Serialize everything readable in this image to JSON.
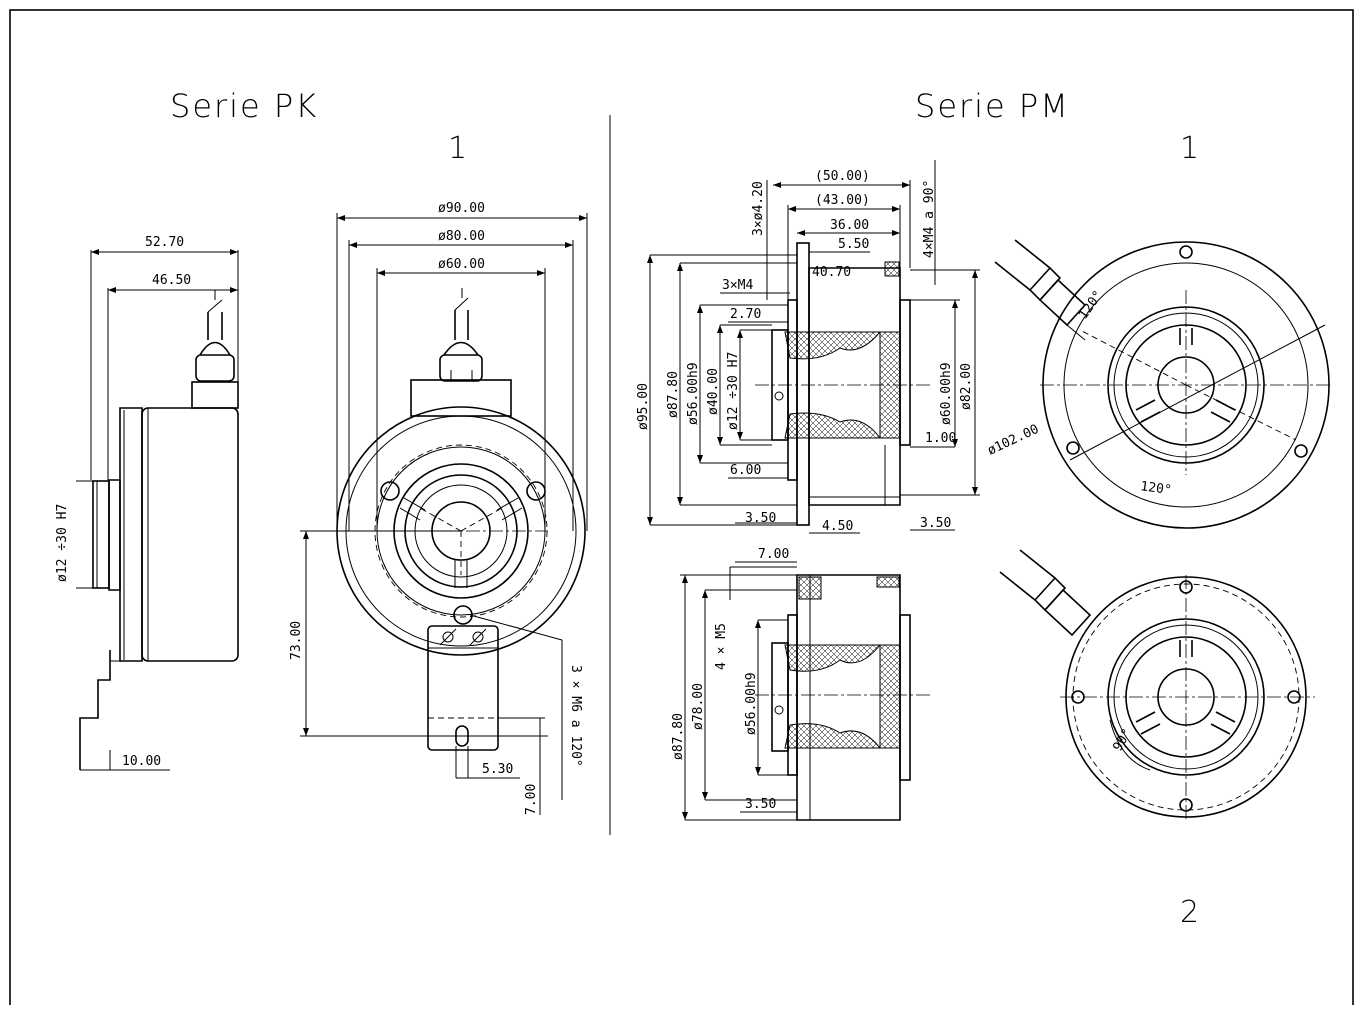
{
  "left": {
    "title": "Serie PK",
    "view_number": "1",
    "dims": {
      "d90": "ø90.00",
      "d80": "ø80.00",
      "d60": "ø60.00",
      "l52": "52.70",
      "l46": "46.50",
      "bore": "ø12 ÷30 H7",
      "l73": "73.00",
      "l10": "10.00",
      "l530": "5.30",
      "l700": "7.00",
      "m6": "3 × M6 a 120°"
    }
  },
  "right": {
    "title": "Serie PM",
    "view_number_1": "1",
    "view_number_2": "2",
    "dims": {
      "l50": "(50.00)",
      "l43": "(43.00)",
      "l36": "36.00",
      "l550": "5.50",
      "l4070": "40.70",
      "m4x3": "3×M4",
      "l270": "2.70",
      "d420": "3×ø4.20",
      "m4x4": "4×M4 a 90°",
      "d95": "ø95.00",
      "d878": "ø87.80",
      "d56": "ø56.00h9",
      "d40": "ø40.00",
      "bore": "ø12 ÷30 H7",
      "d60": "ø60.00h9",
      "d82": "ø82.00",
      "l100": "1.00",
      "l600": "6.00",
      "l350a": "3.50",
      "l450": "4.50",
      "l350b": "3.50",
      "d102": "ø102.00",
      "a120a": "120°",
      "a120b": "120°",
      "l700": "7.00",
      "m5": "4 × M5",
      "d878b": "ø87.80",
      "d78": "ø78.00",
      "d56b": "ø56.00h9",
      "l350c": "3.50",
      "a90": "90°"
    }
  }
}
